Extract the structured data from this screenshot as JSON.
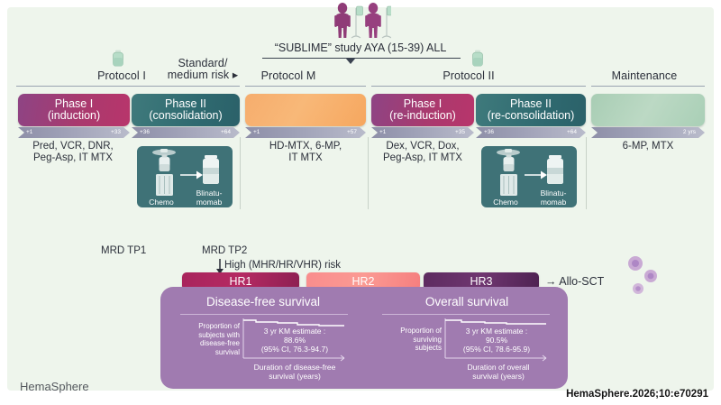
{
  "figure": {
    "brand": "HemaSphere",
    "citation": "HemaSphere.2026;10:e70291",
    "study_title": "“SUBLIME” study AYA (15-39) ALL"
  },
  "protocols": [
    {
      "id": "protocol-1",
      "label": "Protocol I"
    },
    {
      "id": "standard-medium-risk",
      "label": "Standard/\nmedium risk ▸",
      "line1": "Standard/",
      "line2": "medium risk ▸"
    },
    {
      "id": "protocol-m",
      "label": "Protocol M"
    },
    {
      "id": "protocol-2",
      "label": "Protocol II"
    },
    {
      "id": "maintenance",
      "label": "Maintenance"
    }
  ],
  "phases": [
    {
      "id": "phase-1-induction",
      "line1": "Phase I",
      "line2": "(induction)",
      "color": "#a93a6e",
      "timeline": {
        "start": "+1",
        "end": "+33"
      },
      "drugs": [
        "Pred, VCR, DNR,",
        "Peg-Asp, IT MTX"
      ]
    },
    {
      "id": "phase-2-consolidation",
      "line1": "Phase II",
      "line2": "(consolidation)",
      "color": "#2f6a70",
      "timeline": {
        "start": "+36",
        "end": "+64"
      },
      "drugs": []
    },
    {
      "id": "protocol-m-block",
      "line1": "",
      "line2": "",
      "color": "#f6ad6d",
      "timeline": {
        "start": "+1",
        "end": "+57"
      },
      "drugs": [
        "HD-MTX, 6-MP,",
        "IT MTX"
      ]
    },
    {
      "id": "phase-1-re-induction",
      "line1": "Phase I",
      "line2": "(re-induction)",
      "color": "#a93a6e",
      "timeline": {
        "start": "+1",
        "end": "+35"
      },
      "drugs": [
        "Dex, VCR, Dox,",
        "Peg-Asp, IT MTX"
      ]
    },
    {
      "id": "phase-2-re-consolidation",
      "line1": "Phase II",
      "line2": "(re-consolidation)",
      "color": "#2f6a70",
      "timeline": {
        "start": "+36",
        "end": "+64"
      },
      "drugs": []
    },
    {
      "id": "maintenance-block",
      "line1": "",
      "line2": "",
      "color": "#a8cdb4",
      "timeline": {
        "start": "",
        "end": "2 yrs"
      },
      "drugs": [
        "6-MP, MTX"
      ]
    }
  ],
  "chemo_boxes": [
    {
      "id": "chemo-blina-1",
      "chemo_label": "Chemo",
      "blina_line1": "Blinatu-",
      "blina_line2": "momab"
    },
    {
      "id": "chemo-blina-2",
      "chemo_label": "Chemo",
      "blina_line1": "Blinatu-",
      "blina_line2": "momab"
    }
  ],
  "mrd": {
    "tp1": "MRD TP1",
    "tp2": "MRD TP2",
    "risk_note": "High (MHR/HR/VHR) risk"
  },
  "hr_blocks": [
    {
      "id": "hr1",
      "label": "HR1",
      "color": "#b52a63"
    },
    {
      "id": "hr2",
      "label": "HR2",
      "color": "#fb9a93"
    },
    {
      "id": "hr3",
      "label": "HR3",
      "color": "#6f3670"
    }
  ],
  "allo_sct": "→ Allo-SCT",
  "survival": {
    "panel_color": "#a07bb0",
    "charts": [
      {
        "id": "disease-free-survival",
        "title": "Disease-free survival",
        "ylabel": [
          "Proportion of",
          "subjects with",
          "disease-free",
          "survival"
        ],
        "xlabel": [
          "Duration of disease-free",
          "survival (years)"
        ],
        "estimate_label": "3 yr KM estimate :",
        "estimate_value": "88.6%",
        "ci": "(95% CI, 76.3-94.7)"
      },
      {
        "id": "overall-survival",
        "title": "Overall survival",
        "ylabel": [
          "Proportion of",
          "surviving",
          "subjects"
        ],
        "xlabel": [
          "Duration of overall",
          "survival (years)"
        ],
        "estimate_label": "3 yr KM estimate :",
        "estimate_value": "90.5%",
        "ci": "(95% CI, 78.6-95.9)"
      }
    ]
  },
  "chart_data": {
    "type": "line",
    "title": "Kaplan-Meier survival curves",
    "series": [
      {
        "name": "Disease-free survival",
        "three_year_km_estimate": 88.6,
        "ci_low": 76.3,
        "ci_high": 94.7,
        "xlabel": "Duration of disease-free survival (years)",
        "ylabel": "Proportion of subjects with disease-free survival"
      },
      {
        "name": "Overall survival",
        "three_year_km_estimate": 90.5,
        "ci_low": 78.6,
        "ci_high": 95.9,
        "xlabel": "Duration of overall survival (years)",
        "ylabel": "Proportion of surviving subjects"
      }
    ],
    "grid": false,
    "legend": "none"
  }
}
